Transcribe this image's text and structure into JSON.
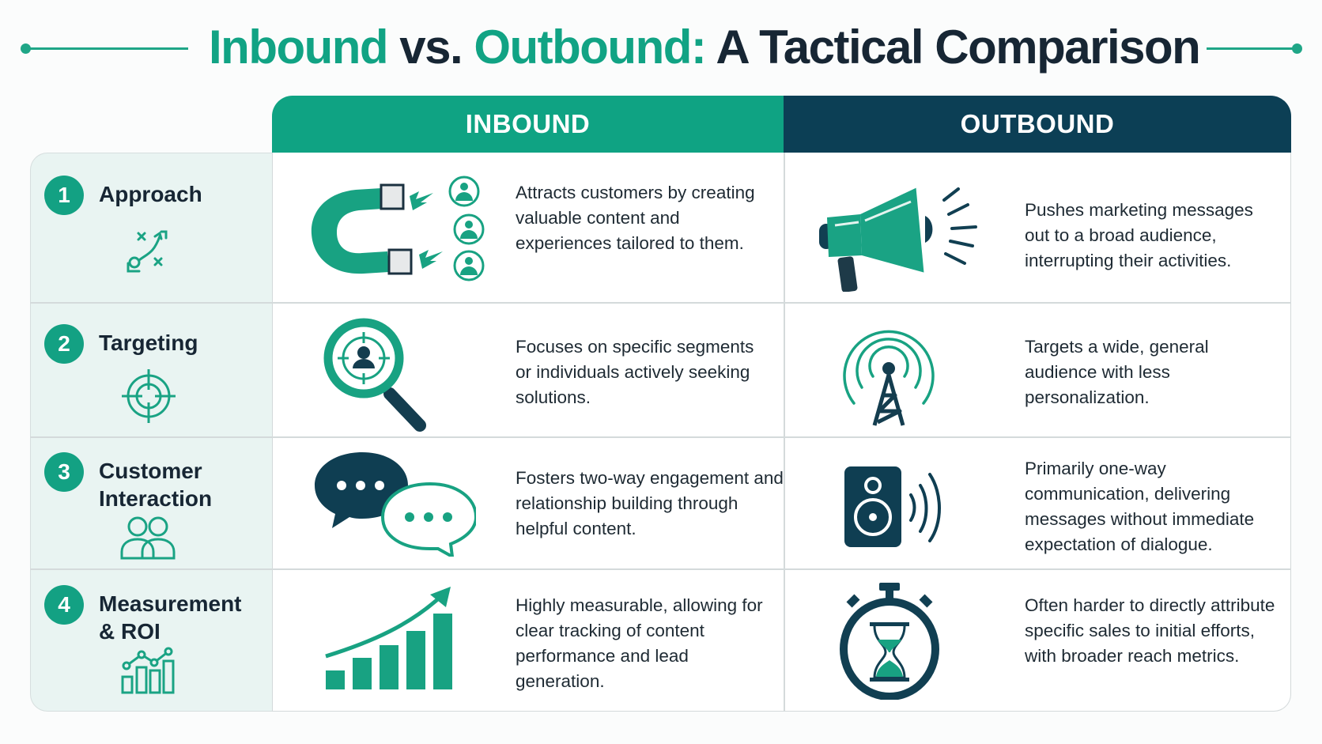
{
  "title": {
    "part1": "Inbound",
    "part2": " vs. ",
    "part3": "Outbound:",
    "part4": " A Tactical Comparison"
  },
  "colors": {
    "teal": "#11a384",
    "navy": "#0c3f55",
    "dark_text": "#172634",
    "panel_bg": "#e9f4f2"
  },
  "columns": {
    "inbound": "INBOUND",
    "outbound": "OUTBOUND"
  },
  "rows": [
    {
      "number": "1",
      "label": "Approach",
      "label_icon": "strategy-play-icon",
      "inbound": {
        "icon": "magnet-attracting-people-icon",
        "text": "Attracts customers by creating valuable content and experiences tailored to them."
      },
      "outbound": {
        "icon": "megaphone-icon",
        "text": "Pushes marketing messages out to a broad audience, interrupting their activities."
      }
    },
    {
      "number": "2",
      "label": "Targeting",
      "label_icon": "crosshair-target-icon",
      "inbound": {
        "icon": "magnifier-person-target-icon",
        "text": "Focuses on specific segments or individuals actively seeking solutions."
      },
      "outbound": {
        "icon": "broadcast-tower-icon",
        "text": "Targets a wide, general audience with less personalization."
      }
    },
    {
      "number": "3",
      "label": "Customer Interaction",
      "label_icon": "two-people-icon",
      "inbound": {
        "icon": "chat-bubbles-icon",
        "text": "Fosters two-way engagement and relationship building through helpful content."
      },
      "outbound": {
        "icon": "speaker-icon",
        "text": "Primarily one-way communication, delivering messages without immediate expectation of dialogue."
      }
    },
    {
      "number": "4",
      "label": "Measurement & ROI",
      "label_icon": "bar-line-chart-icon",
      "inbound": {
        "icon": "rising-bar-chart-icon",
        "text": "Highly measurable, allowing for clear tracking of content performance and lead generation."
      },
      "outbound": {
        "icon": "stopwatch-hourglass-icon",
        "text": "Often harder to directly attribute specific sales to initial efforts, with broader reach metrics."
      }
    }
  ]
}
